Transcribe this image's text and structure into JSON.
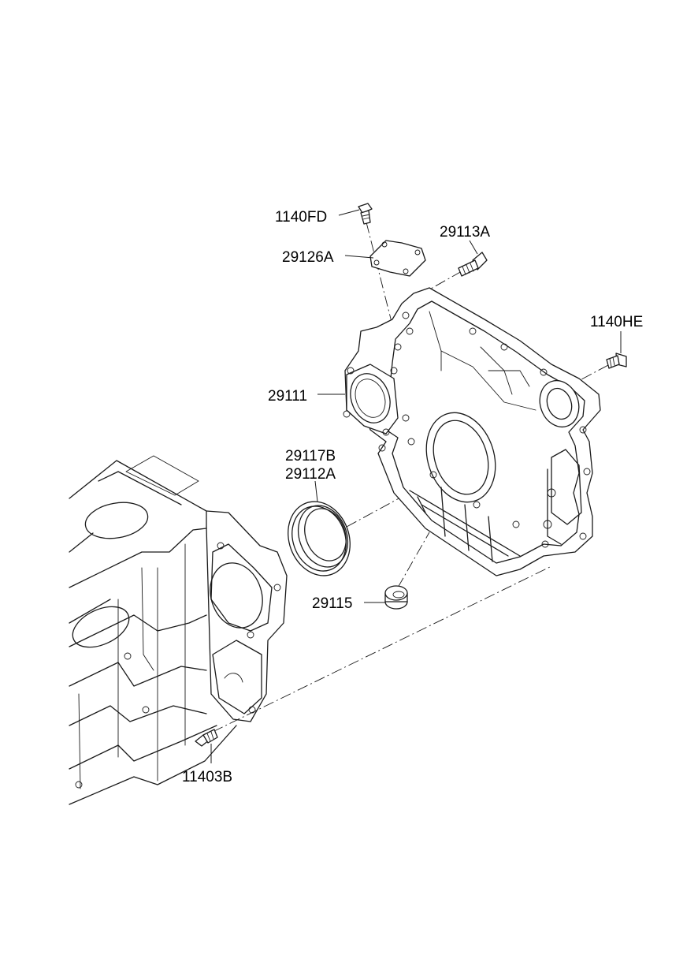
{
  "labels": {
    "bolt_top": "1140FD",
    "plate": "29126A",
    "bolt_right_top": "29113A",
    "bolt_right": "1140HE",
    "cover": "29111",
    "seal_line1": "29117B",
    "seal_line2": "29112A",
    "cap": "29115",
    "bolt_bottom": "11403B"
  }
}
